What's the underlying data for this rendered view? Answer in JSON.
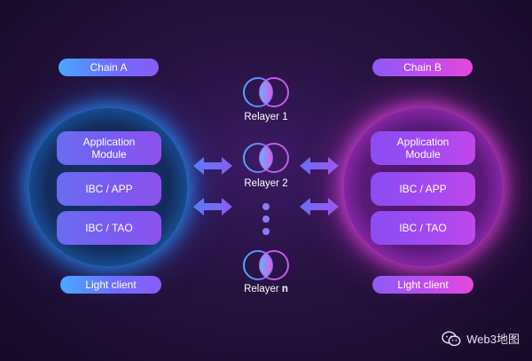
{
  "chain_a": {
    "title": "Chain A",
    "modules": [
      {
        "line1": "Application",
        "line2": "Module"
      },
      {
        "line1": "IBC / APP",
        "line2": ""
      },
      {
        "line1": "IBC / TAO",
        "line2": ""
      }
    ],
    "light_client": "Light client",
    "color": "#3fb5ff"
  },
  "chain_b": {
    "title": "Chain B",
    "modules": [
      {
        "line1": "Application",
        "line2": "Module"
      },
      {
        "line1": "IBC / APP",
        "line2": ""
      },
      {
        "line1": "IBC / TAO",
        "line2": ""
      }
    ],
    "light_client": "Light client",
    "color": "#f05ae8"
  },
  "relayers": [
    {
      "prefix": "Relayer ",
      "suffix": "1"
    },
    {
      "prefix": "Relayer ",
      "suffix": "2"
    },
    {
      "prefix": "Relayer ",
      "suffix": "n"
    }
  ],
  "watermark": {
    "text": "Web3地图",
    "icon": "wechat-icon"
  }
}
